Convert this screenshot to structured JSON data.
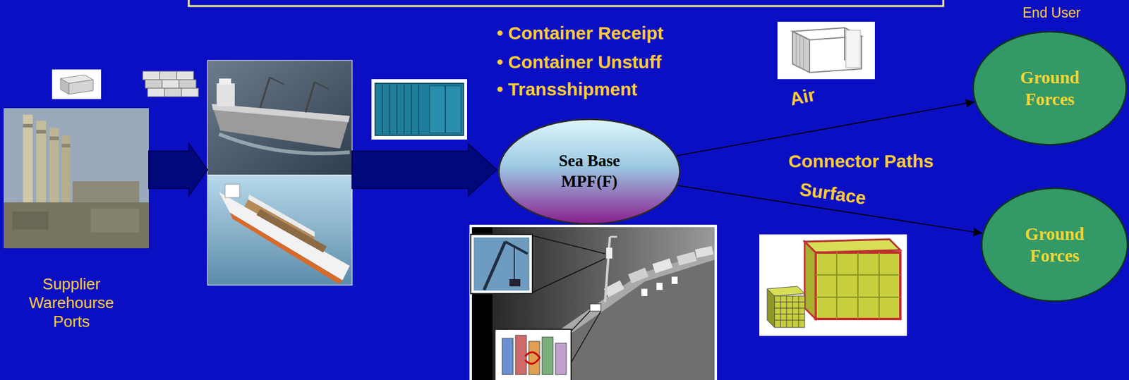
{
  "diagram": {
    "nodes": [
      {
        "text": [
          "Sea Base MPF(F)"
        ]
      },
      {
        "text": [
          "Ground Forces"
        ]
      },
      {
        "text": [
          "Ground Forces"
        ]
      }
    ],
    "edges": [
      {
        "from": 0,
        "to": 1,
        "arrow": "to"
      },
      {
        "from": 0,
        "to": 2,
        "arrow": "to"
      }
    ],
    "labels": [
      "• Container Receipt",
      "• Container Unstuff",
      "• Transshipment",
      "End User",
      "Air",
      "Connector Paths",
      "Surface",
      "Supplier Warehourse Ports"
    ]
  }
}
